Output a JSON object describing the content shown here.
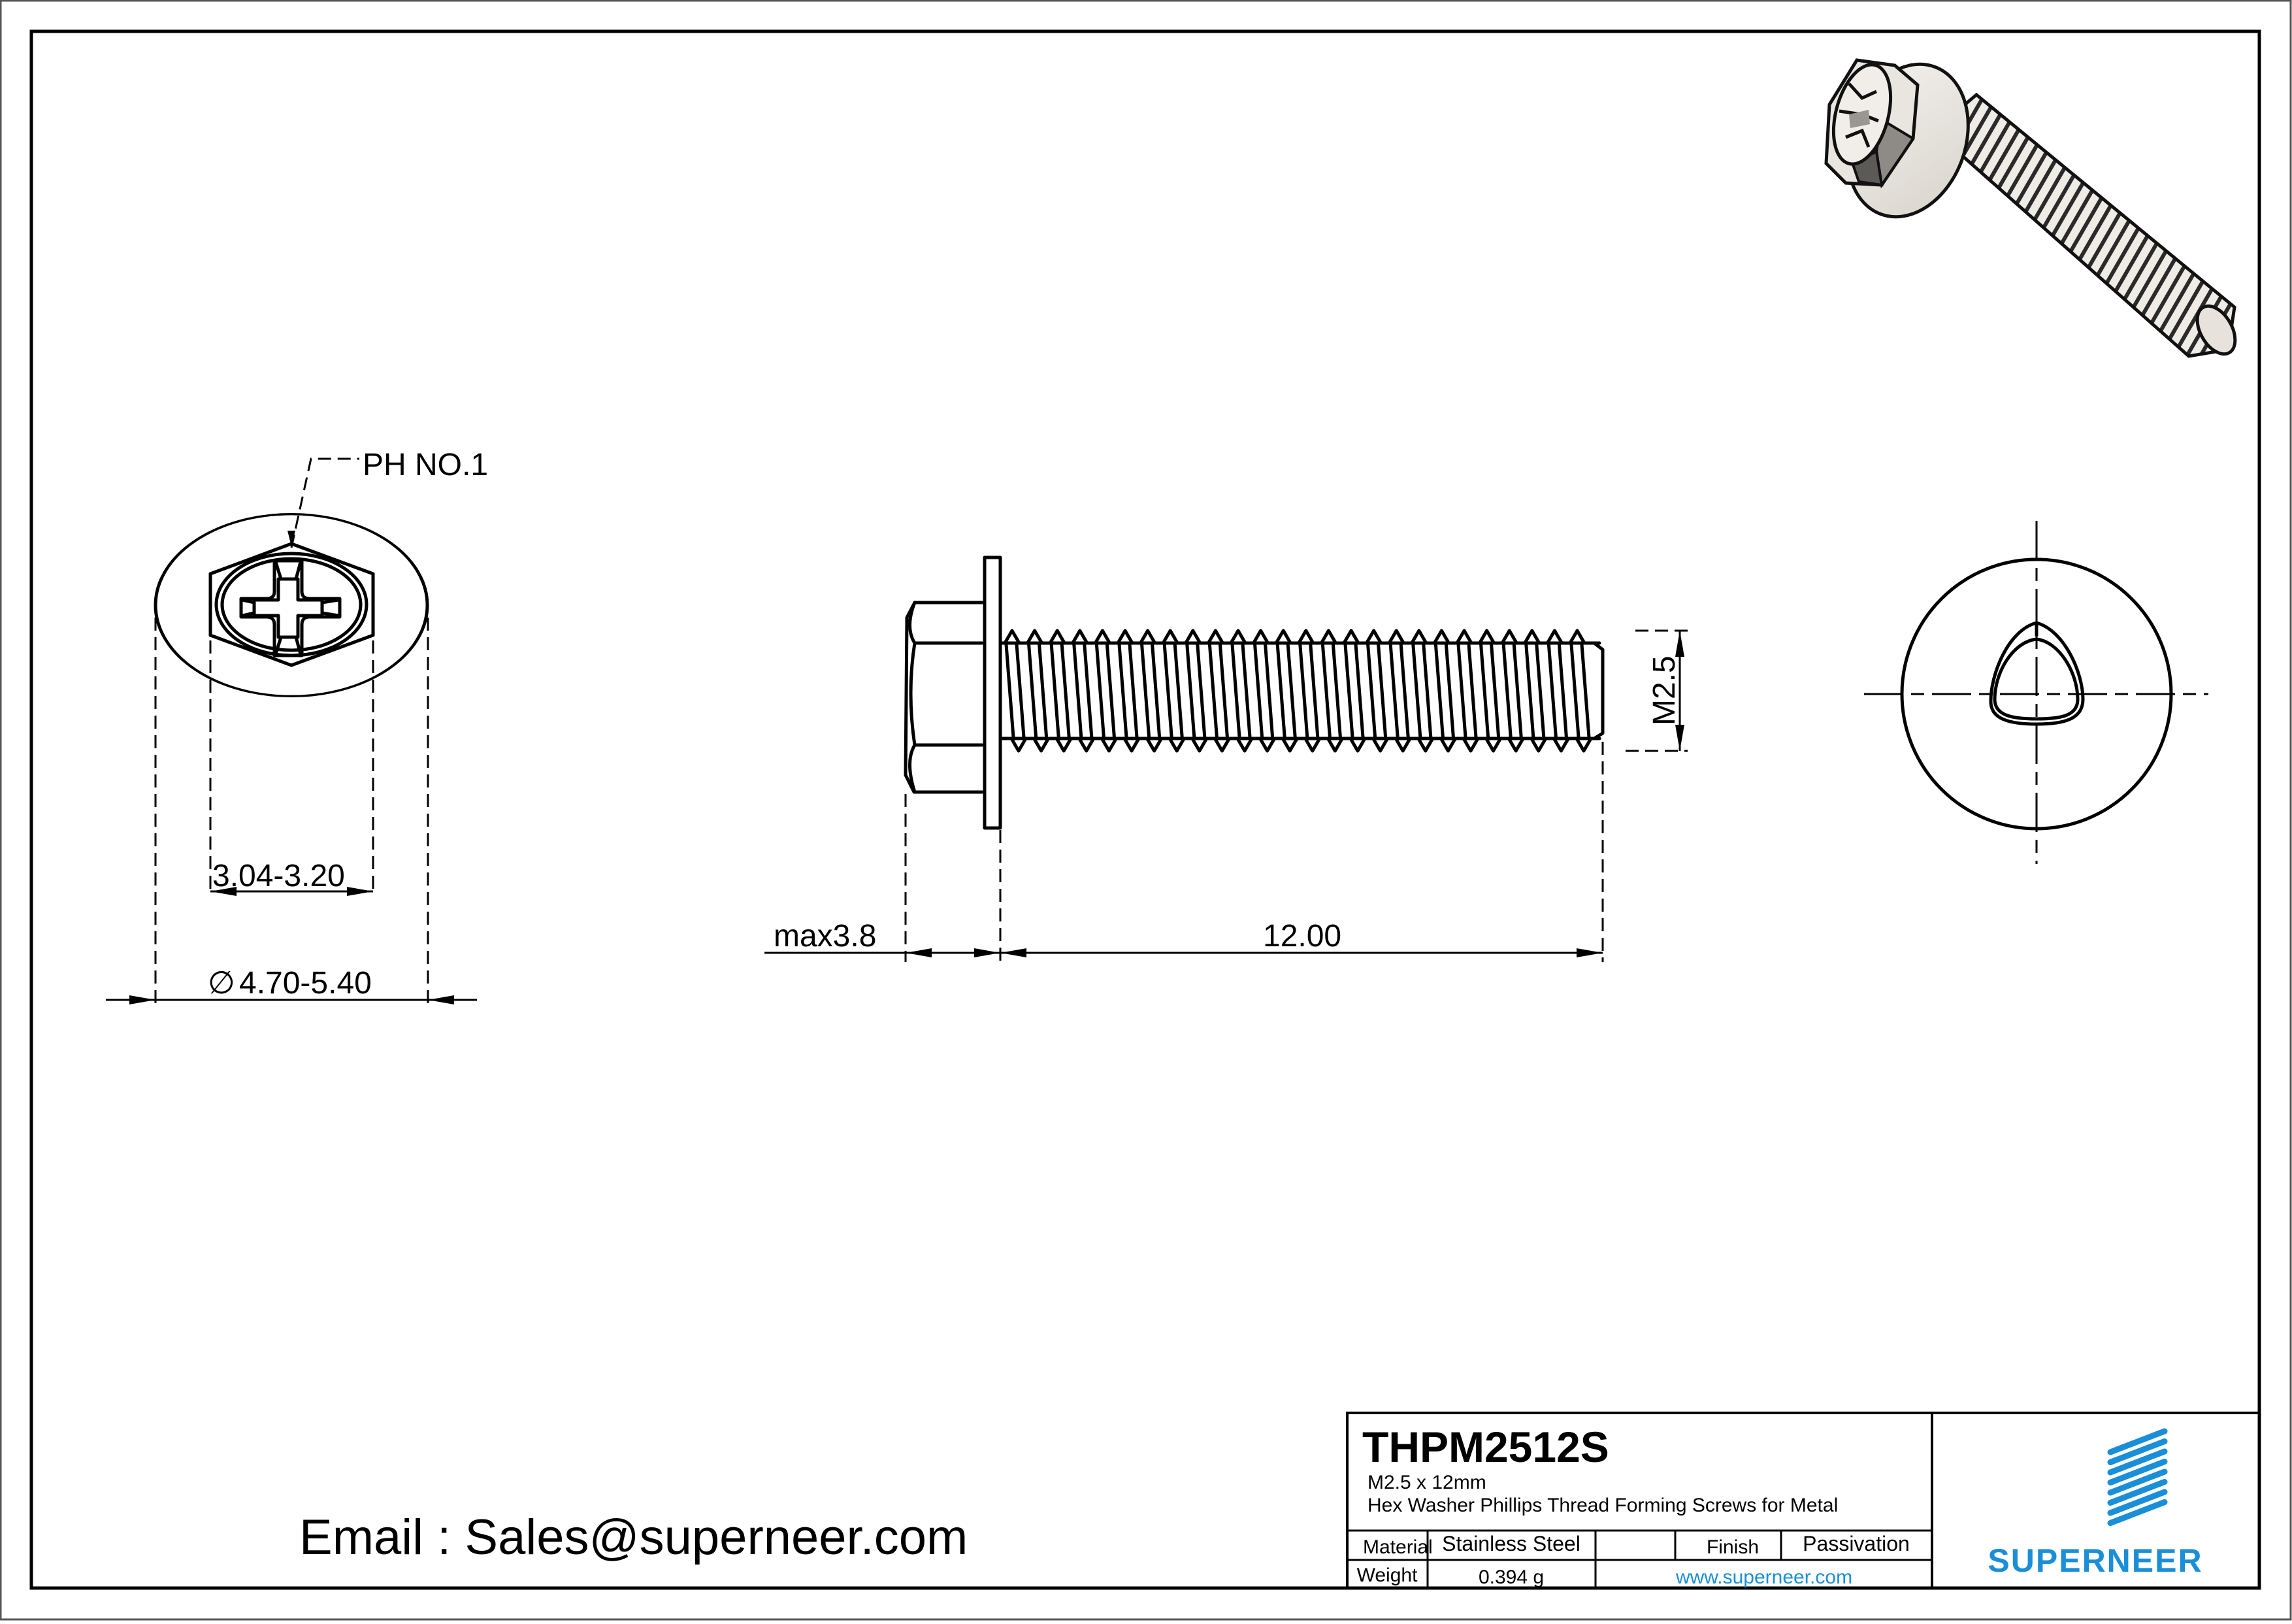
{
  "drawing": {
    "part_number": "THPM2512S",
    "size": "M2.5 x 12mm",
    "description": "Hex Washer Phillips Thread Forming Screws for Metal",
    "contact_email_line": "Email : Sales@superneer.com"
  },
  "top_view": {
    "drive_callout": "PH NO.1",
    "hex_width_dim": "3.04-3.20",
    "washer_diameter_symbol": "∅",
    "washer_diameter_dim": "4.70-5.40"
  },
  "side_view": {
    "head_height_dim": "max3.8",
    "length_dim": "12.00",
    "thread_dim": "M2.5"
  },
  "title_block": {
    "rows": [
      {
        "label": "Material",
        "value": "Stainless Steel",
        "label2": "Finish",
        "value2": "Passivation"
      },
      {
        "label": "Weight",
        "value": "0.394 g",
        "link": "www.superneer.com"
      }
    ],
    "logo_text": "SUPERNEER"
  },
  "colors": {
    "brand_blue": "#1a8fd8",
    "thread_highlight": "#1f6fa8",
    "line": "#000000",
    "background": "#ffffff"
  }
}
